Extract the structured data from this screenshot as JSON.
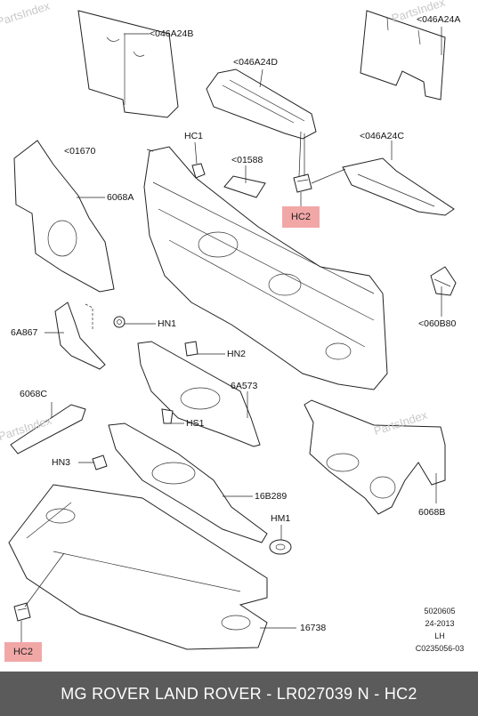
{
  "watermark": "PartsIndex",
  "labels": {
    "l046a24b": "<046A24B",
    "l046a24a": "<046A24A",
    "l046a24d": "<046A24D",
    "l046a24c": "<046A24C",
    "l01670": "<01670",
    "hc1": "HC1",
    "l01588": "<01588",
    "l6068a": "6068A",
    "l060b80": "<060B80",
    "hn1": "HN1",
    "l6a867": "6A867",
    "hn2": "HN2",
    "l6a573": "6A573",
    "l6068c": "6068C",
    "hs1": "HS1",
    "hn3": "HN3",
    "l16b289": "16B289",
    "hm1": "HM1",
    "l6068b": "6068B",
    "l16738": "16738"
  },
  "highlights": {
    "hc2_top": "HC2",
    "hc2_bottom": "HC2"
  },
  "reference": {
    "code": "5020605",
    "date": "24-2013",
    "side": "LH",
    "drawing": "C0235056-03"
  },
  "footer": {
    "text": "MG ROVER LAND ROVER - LR027039     N - HC2"
  }
}
